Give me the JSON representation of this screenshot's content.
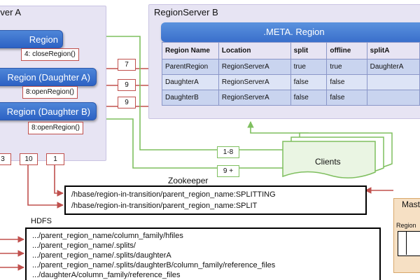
{
  "region_server_a": {
    "title": "RegionServer A",
    "regions": [
      "Region",
      "Region (Daughter A)",
      "Region (Daughter B)"
    ],
    "ops": [
      "4: closeRegion()",
      "8:openRegion()",
      "8:openRegion()"
    ]
  },
  "region_server_b": {
    "title": "RegionServer B",
    "meta_title": ".META. Region",
    "columns": [
      "Region Name",
      "Location",
      "split",
      "offline",
      "splitA"
    ],
    "rows": [
      [
        "ParentRegion",
        "RegionServerA",
        "true",
        "true",
        "DaughterA"
      ],
      [
        "DaughterA",
        "RegionServerA",
        "false",
        "false",
        ""
      ],
      [
        "DaughterB",
        "RegionServerA",
        "false",
        "false",
        ""
      ]
    ]
  },
  "step_numbers": {
    "meta_updates": [
      "7",
      "9",
      "9"
    ],
    "zk_steps": [
      "3",
      "10",
      "1"
    ],
    "client_steps": [
      "1-8",
      "9 +"
    ]
  },
  "clients": {
    "label": "Clients"
  },
  "zookeeper": {
    "title": "Zookeeper",
    "lines": [
      "/hbase/region-in-transition/parent_region_name:SPLITTING",
      "/hbase/region-in-transition/parent_region_name:SPLIT"
    ]
  },
  "hdfs": {
    "title": "HDFS",
    "lines": [
      ".../parent_region_name/column_family/hfiles",
      ".../parent_region_name/.splits/",
      ".../parent_region_name/.splits/daughterA",
      ".../parent_region_name/.splits/daughterB/column_family/reference_files",
      ".../daughterA/column_family/reference_files"
    ]
  },
  "master": {
    "title": "Master",
    "sub": "Region"
  },
  "colors": {
    "red": "#c0504d",
    "green": "#7fbf5f",
    "blue": "#2d62c4",
    "panel": "#e7e4f3"
  }
}
